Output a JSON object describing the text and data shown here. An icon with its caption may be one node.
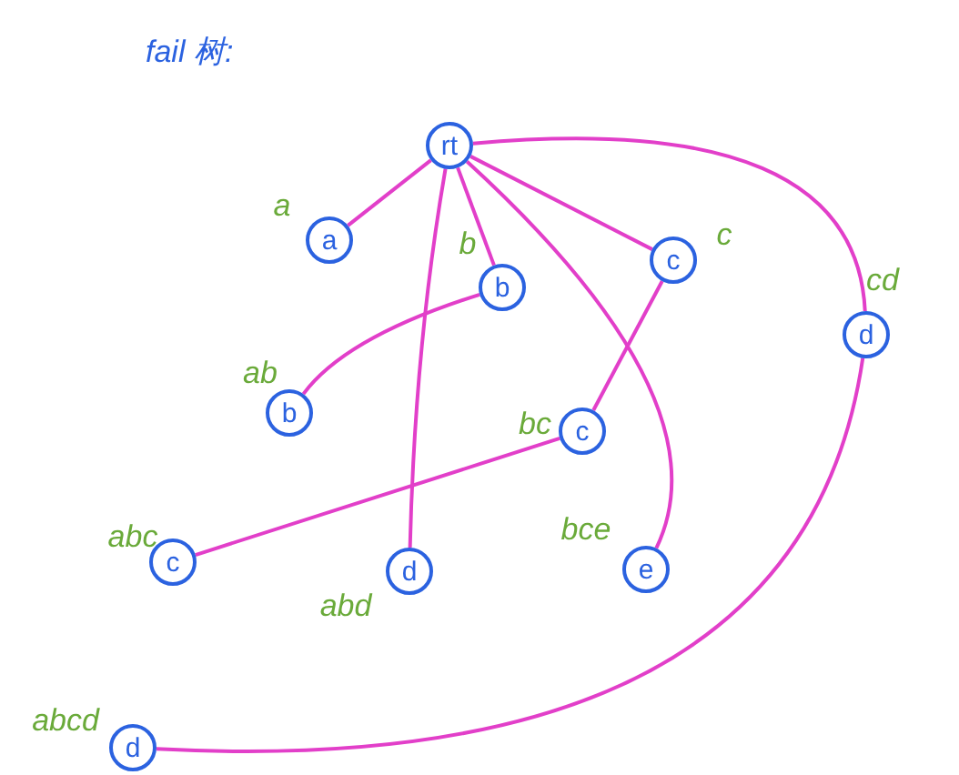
{
  "diagram": {
    "title": "fail 树:",
    "nodes": [
      {
        "text": [
          "rt"
        ]
      },
      {
        "text": [
          "a"
        ],
        "beside": [
          "a"
        ]
      },
      {
        "text": [
          "c"
        ],
        "beside": [
          "c"
        ]
      },
      {
        "text": [
          "b"
        ],
        "beside": [
          "b"
        ]
      },
      {
        "text": [
          "d"
        ],
        "beside": [
          "cd"
        ]
      },
      {
        "text": [
          "b"
        ],
        "beside": [
          "ab"
        ]
      },
      {
        "text": [
          "c"
        ],
        "beside": [
          "bc"
        ]
      },
      {
        "text": [
          "c"
        ],
        "beside": [
          "abc"
        ]
      },
      {
        "text": [
          "e"
        ],
        "beside": [
          "bce"
        ]
      },
      {
        "text": [
          "d"
        ],
        "beside": [
          "abd"
        ]
      },
      {
        "text": [
          "d"
        ],
        "beside": [
          "abcd"
        ]
      }
    ],
    "edges": [
      {
        "from": 0,
        "to": 1,
        "arrow": "none"
      },
      {
        "from": 0,
        "to": 2,
        "arrow": "none"
      },
      {
        "from": 0,
        "to": 3,
        "arrow": "none"
      },
      {
        "from": 0,
        "to": 4,
        "arrow": "none"
      },
      {
        "from": 0,
        "to": 9,
        "arrow": "none"
      },
      {
        "from": 0,
        "to": 8,
        "arrow": "none"
      },
      {
        "from": 3,
        "to": 5,
        "arrow": "none"
      },
      {
        "from": 2,
        "to": 6,
        "arrow": "none"
      },
      {
        "from": 6,
        "to": 7,
        "arrow": "none"
      },
      {
        "from": 4,
        "to": 10,
        "arrow": "none"
      }
    ]
  }
}
